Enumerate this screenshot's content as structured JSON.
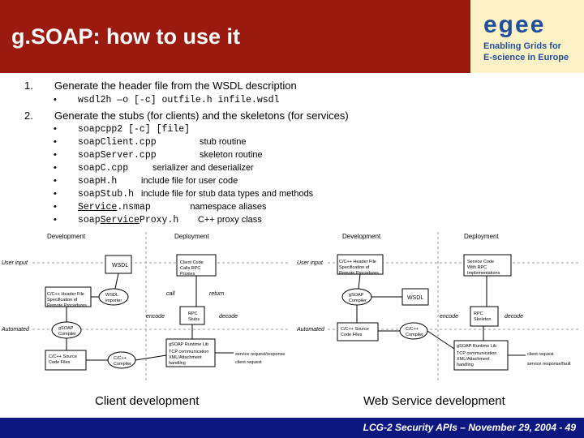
{
  "title": "g.SOAP: how to use it",
  "logo": {
    "word": "egee",
    "tagline_line1": "Enabling Grids for",
    "tagline_line2": "E-science in Europe"
  },
  "steps": [
    {
      "number": "1.",
      "text": "Generate the header file from the WSDL description",
      "subs": [
        {
          "code": "wsdl2h —o [-c] outfile.h infile.wsdl",
          "desc": ""
        }
      ]
    },
    {
      "number": "2.",
      "text": "Generate the stubs (for clients) and the skeletons (for services)",
      "subs": [
        {
          "code": "soapcpp2 [-c] [file]",
          "desc": ""
        },
        {
          "code": "soapClient.cpp",
          "desc": "stub routine"
        },
        {
          "code": "soapServer.cpp",
          "desc": "skeleton routine"
        },
        {
          "code": "soapC.cpp",
          "desc": "serializer and deserializer"
        },
        {
          "code": "soapH.h",
          "desc": "include file for user code"
        },
        {
          "code": "soapStub.h",
          "desc": "include file for stub data types and methods"
        },
        {
          "code_u": "Service",
          "code": ".nsmap",
          "desc": "namespace aliases"
        },
        {
          "code_pre": "soap",
          "code_u": "Service",
          "code": "Proxy.h",
          "desc": "C++ proxy class"
        }
      ]
    }
  ],
  "bullet": "•",
  "diagram_left": {
    "col_dev": "Development",
    "col_dep": "Deployment",
    "row_user": "User input",
    "row_auto": "Automated",
    "wsdl": "WSDL",
    "client_code": "Client Code\nCalls RPC\nProxies",
    "header_spec": "C/C++ Header File\nSpecification of\nRemote Procedures",
    "wsdl_importer": "WSDL\nimporter",
    "gsoap_compiler": "gSOAP\nCompiler",
    "rpc_stubs": "RPC\nStubs",
    "runtime_lib": "gSOAP Runtime Lib",
    "source_files": "C/C++ Source\nCode Files",
    "cpp_compiler": "C/C++\nCompiler",
    "call": "call",
    "return": "return",
    "encode": "encode",
    "decode": "decode",
    "runtime_text": "TCP communication\nXML/Attachment\nhandling",
    "note1": "service request/response",
    "note2": "client request"
  },
  "diagram_right": {
    "col_dev": "Development",
    "col_dep": "Deployment",
    "row_user": "User input",
    "row_auto": "Automated",
    "header_spec": "C/C++ Header File\nSpecification of\nRemote Procedures",
    "service_code": "Service Code\nWith RPC\nImplementations",
    "gsoap_compiler": "gSOAP\nCompiler",
    "wsdl": "WSDL",
    "rpc_skeleton": "RPC\nSkeleton",
    "source_files": "C/C++ Source\nCode Files",
    "cpp_compiler": "C/C++\nCompiler",
    "runtime_lib": "gSOAP Runtime Lib",
    "runtime_text": "TCP communication\nXML/Attachment\nhandling",
    "encode": "encode",
    "decode": "decode",
    "note1": "client request",
    "note2": "service response/fault"
  },
  "captions": {
    "left": "Client development",
    "right": "Web Service development"
  },
  "footer": "LCG-2 Security APIs – November 29, 2004  - 49"
}
